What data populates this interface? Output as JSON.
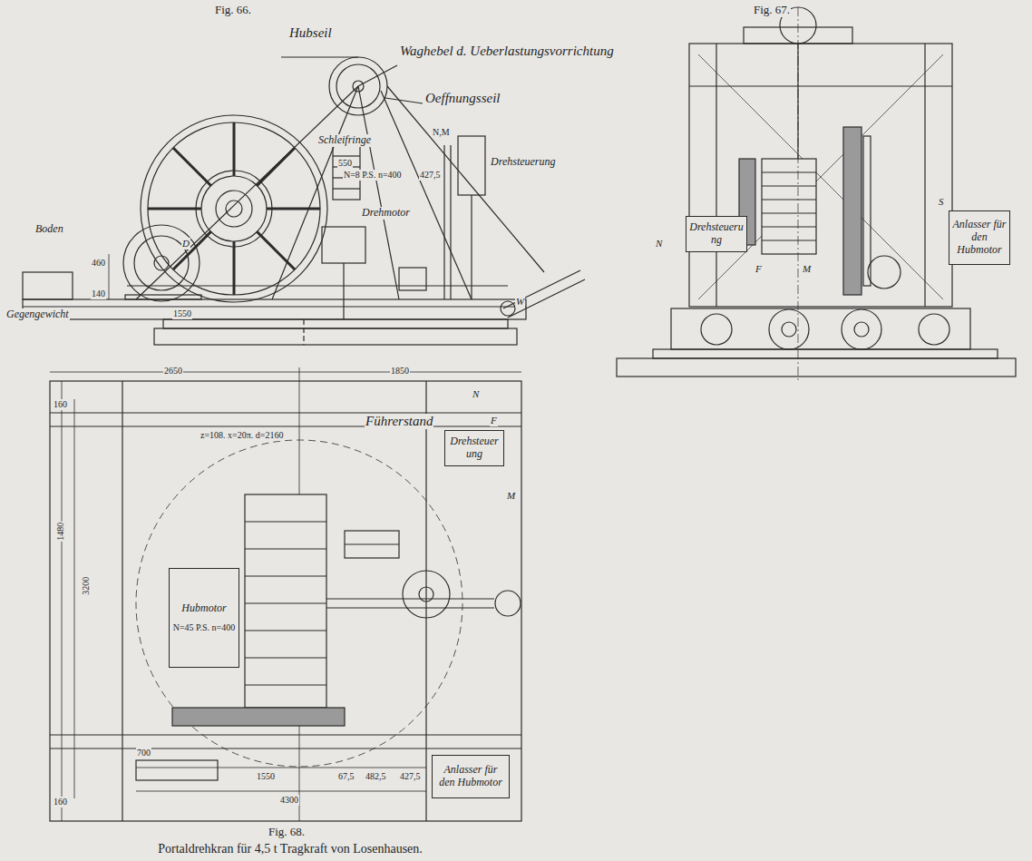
{
  "diagram": {
    "caption": "Portaldrehkran für 4,5 t Tragkraft von Losenhausen.",
    "nodes": [
      {
        "text": [
          "Drehsteuerung"
        ]
      },
      {
        "text": [
          "Anlasser für den Hubmotor"
        ]
      },
      {
        "text": [
          "Drehsteuerung"
        ]
      },
      {
        "text": [
          "Hubmotor",
          "N=45 P.S. n=400"
        ]
      },
      {
        "text": [
          "Anlasser für den Hubmotor"
        ]
      }
    ],
    "labels": [
      "Fig. 66.",
      "Hubseil",
      "Waghebel d. Ueberlastungsvorrichtung",
      "Oeffnungsseil",
      "Schleifringe",
      "550",
      "N=8 P.S. n=400",
      "427,5",
      "N,M",
      "Drehsteuerung",
      "Drehmotor",
      "Boden",
      "D",
      "460",
      "140",
      "Gegengewicht",
      "1550",
      "W",
      "Fig. 67.",
      "N",
      "F",
      "M",
      "S",
      "2650",
      "1850",
      "160",
      "1480",
      "3200",
      "160",
      "Führerstand",
      "z=108. x=20π. d=2160",
      "N",
      "F",
      "M",
      "700",
      "1550",
      "67,5",
      "482,5",
      "427,5",
      "4300",
      "Fig. 68."
    ]
  }
}
